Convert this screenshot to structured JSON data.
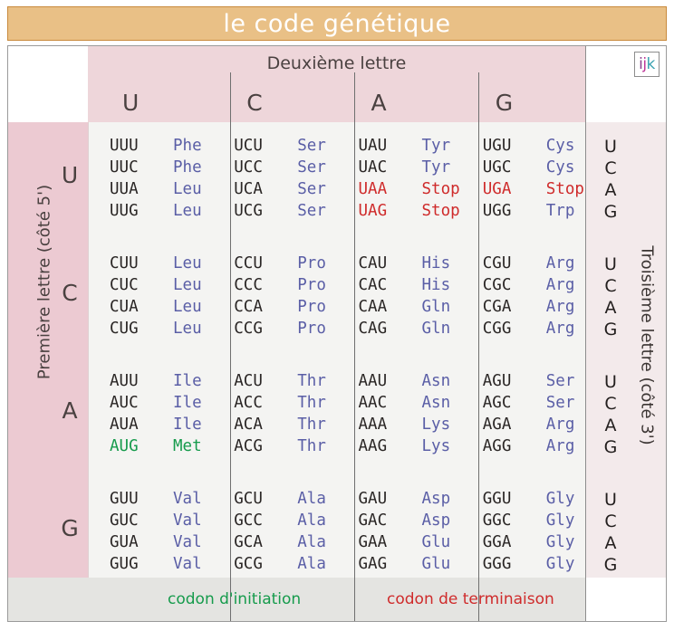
{
  "title": "le code génétique",
  "logo": {
    "part1": "i",
    "part2": "j",
    "part3": "k"
  },
  "headers": {
    "second_letter": "Deuxième lettre",
    "first_letter": "Première lettre (côté 5')",
    "third_letter": "Troisième lettre (côté 3')",
    "columns": [
      "U",
      "C",
      "A",
      "G"
    ],
    "rows": [
      "U",
      "C",
      "A",
      "G"
    ],
    "third_letters": [
      "U",
      "C",
      "A",
      "G"
    ]
  },
  "legend": {
    "initiation": "codon d'initiation",
    "termination": "codon de terminaison"
  },
  "colors": {
    "title_bg": "#e9c086",
    "title_border": "#c98a3c",
    "title_text": "#ffffff",
    "header_band": "#eed6da",
    "first_col_band": "#eccad2",
    "third_col_band": "#f3eaeb",
    "body_bg": "#f4f4f2",
    "footer_bg": "#e4e4e1",
    "codon_text": "#2a2625",
    "amino_text": "#5a5ea6",
    "stop_text": "#cf2b2b",
    "start_text": "#169b4c"
  },
  "chart_data": {
    "type": "table",
    "title": "le code génétique",
    "blocks": [
      {
        "first": "U",
        "cells": [
          {
            "second": "U",
            "entries": [
              {
                "codon": "UUU",
                "aa": "Phe",
                "third": "U",
                "style": "normal"
              },
              {
                "codon": "UUC",
                "aa": "Phe",
                "third": "C",
                "style": "normal"
              },
              {
                "codon": "UUA",
                "aa": "Leu",
                "third": "A",
                "style": "normal"
              },
              {
                "codon": "UUG",
                "aa": "Leu",
                "third": "G",
                "style": "normal"
              }
            ]
          },
          {
            "second": "C",
            "entries": [
              {
                "codon": "UCU",
                "aa": "Ser",
                "third": "U",
                "style": "normal"
              },
              {
                "codon": "UCC",
                "aa": "Ser",
                "third": "C",
                "style": "normal"
              },
              {
                "codon": "UCA",
                "aa": "Ser",
                "third": "A",
                "style": "normal"
              },
              {
                "codon": "UCG",
                "aa": "Ser",
                "third": "G",
                "style": "normal"
              }
            ]
          },
          {
            "second": "A",
            "entries": [
              {
                "codon": "UAU",
                "aa": "Tyr",
                "third": "U",
                "style": "normal"
              },
              {
                "codon": "UAC",
                "aa": "Tyr",
                "third": "C",
                "style": "normal"
              },
              {
                "codon": "UAA",
                "aa": "Stop",
                "third": "A",
                "style": "stop"
              },
              {
                "codon": "UAG",
                "aa": "Stop",
                "third": "G",
                "style": "stop"
              }
            ]
          },
          {
            "second": "G",
            "entries": [
              {
                "codon": "UGU",
                "aa": "Cys",
                "third": "U",
                "style": "normal"
              },
              {
                "codon": "UGC",
                "aa": "Cys",
                "third": "C",
                "style": "normal"
              },
              {
                "codon": "UGA",
                "aa": "Stop",
                "third": "A",
                "style": "stop"
              },
              {
                "codon": "UGG",
                "aa": "Trp",
                "third": "G",
                "style": "normal"
              }
            ]
          }
        ]
      },
      {
        "first": "C",
        "cells": [
          {
            "second": "U",
            "entries": [
              {
                "codon": "CUU",
                "aa": "Leu",
                "third": "U",
                "style": "normal"
              },
              {
                "codon": "CUC",
                "aa": "Leu",
                "third": "C",
                "style": "normal"
              },
              {
                "codon": "CUA",
                "aa": "Leu",
                "third": "A",
                "style": "normal"
              },
              {
                "codon": "CUG",
                "aa": "Leu",
                "third": "G",
                "style": "normal"
              }
            ]
          },
          {
            "second": "C",
            "entries": [
              {
                "codon": "CCU",
                "aa": "Pro",
                "third": "U",
                "style": "normal"
              },
              {
                "codon": "CCC",
                "aa": "Pro",
                "third": "C",
                "style": "normal"
              },
              {
                "codon": "CCA",
                "aa": "Pro",
                "third": "A",
                "style": "normal"
              },
              {
                "codon": "CCG",
                "aa": "Pro",
                "third": "G",
                "style": "normal"
              }
            ]
          },
          {
            "second": "A",
            "entries": [
              {
                "codon": "CAU",
                "aa": "His",
                "third": "U",
                "style": "normal"
              },
              {
                "codon": "CAC",
                "aa": "His",
                "third": "C",
                "style": "normal"
              },
              {
                "codon": "CAA",
                "aa": "Gln",
                "third": "A",
                "style": "normal"
              },
              {
                "codon": "CAG",
                "aa": "Gln",
                "third": "G",
                "style": "normal"
              }
            ]
          },
          {
            "second": "G",
            "entries": [
              {
                "codon": "CGU",
                "aa": "Arg",
                "third": "U",
                "style": "normal"
              },
              {
                "codon": "CGC",
                "aa": "Arg",
                "third": "C",
                "style": "normal"
              },
              {
                "codon": "CGA",
                "aa": "Arg",
                "third": "A",
                "style": "normal"
              },
              {
                "codon": "CGG",
                "aa": "Arg",
                "third": "G",
                "style": "normal"
              }
            ]
          }
        ]
      },
      {
        "first": "A",
        "cells": [
          {
            "second": "U",
            "entries": [
              {
                "codon": "AUU",
                "aa": "Ile",
                "third": "U",
                "style": "normal"
              },
              {
                "codon": "AUC",
                "aa": "Ile",
                "third": "C",
                "style": "normal"
              },
              {
                "codon": "AUA",
                "aa": "Ile",
                "third": "A",
                "style": "normal"
              },
              {
                "codon": "AUG",
                "aa": "Met",
                "third": "G",
                "style": "start"
              }
            ]
          },
          {
            "second": "C",
            "entries": [
              {
                "codon": "ACU",
                "aa": "Thr",
                "third": "U",
                "style": "normal"
              },
              {
                "codon": "ACC",
                "aa": "Thr",
                "third": "C",
                "style": "normal"
              },
              {
                "codon": "ACA",
                "aa": "Thr",
                "third": "A",
                "style": "normal"
              },
              {
                "codon": "ACG",
                "aa": "Thr",
                "third": "G",
                "style": "normal"
              }
            ]
          },
          {
            "second": "A",
            "entries": [
              {
                "codon": "AAU",
                "aa": "Asn",
                "third": "U",
                "style": "normal"
              },
              {
                "codon": "AAC",
                "aa": "Asn",
                "third": "C",
                "style": "normal"
              },
              {
                "codon": "AAA",
                "aa": "Lys",
                "third": "A",
                "style": "normal"
              },
              {
                "codon": "AAG",
                "aa": "Lys",
                "third": "G",
                "style": "normal"
              }
            ]
          },
          {
            "second": "G",
            "entries": [
              {
                "codon": "AGU",
                "aa": "Ser",
                "third": "U",
                "style": "normal"
              },
              {
                "codon": "AGC",
                "aa": "Ser",
                "third": "C",
                "style": "normal"
              },
              {
                "codon": "AGA",
                "aa": "Arg",
                "third": "A",
                "style": "normal"
              },
              {
                "codon": "AGG",
                "aa": "Arg",
                "third": "G",
                "style": "normal"
              }
            ]
          }
        ]
      },
      {
        "first": "G",
        "cells": [
          {
            "second": "U",
            "entries": [
              {
                "codon": "GUU",
                "aa": "Val",
                "third": "U",
                "style": "normal"
              },
              {
                "codon": "GUC",
                "aa": "Val",
                "third": "C",
                "style": "normal"
              },
              {
                "codon": "GUA",
                "aa": "Val",
                "third": "A",
                "style": "normal"
              },
              {
                "codon": "GUG",
                "aa": "Val",
                "third": "G",
                "style": "normal"
              }
            ]
          },
          {
            "second": "C",
            "entries": [
              {
                "codon": "GCU",
                "aa": "Ala",
                "third": "U",
                "style": "normal"
              },
              {
                "codon": "GCC",
                "aa": "Ala",
                "third": "C",
                "style": "normal"
              },
              {
                "codon": "GCA",
                "aa": "Ala",
                "third": "A",
                "style": "normal"
              },
              {
                "codon": "GCG",
                "aa": "Ala",
                "third": "G",
                "style": "normal"
              }
            ]
          },
          {
            "second": "A",
            "entries": [
              {
                "codon": "GAU",
                "aa": "Asp",
                "third": "U",
                "style": "normal"
              },
              {
                "codon": "GAC",
                "aa": "Asp",
                "third": "C",
                "style": "normal"
              },
              {
                "codon": "GAA",
                "aa": "Glu",
                "third": "A",
                "style": "normal"
              },
              {
                "codon": "GAG",
                "aa": "Glu",
                "third": "G",
                "style": "normal"
              }
            ]
          },
          {
            "second": "G",
            "entries": [
              {
                "codon": "GGU",
                "aa": "Gly",
                "third": "U",
                "style": "normal"
              },
              {
                "codon": "GGC",
                "aa": "Gly",
                "third": "C",
                "style": "normal"
              },
              {
                "codon": "GGA",
                "aa": "Gly",
                "third": "A",
                "style": "normal"
              },
              {
                "codon": "GGG",
                "aa": "Gly",
                "third": "G",
                "style": "normal"
              }
            ]
          }
        ]
      }
    ]
  }
}
